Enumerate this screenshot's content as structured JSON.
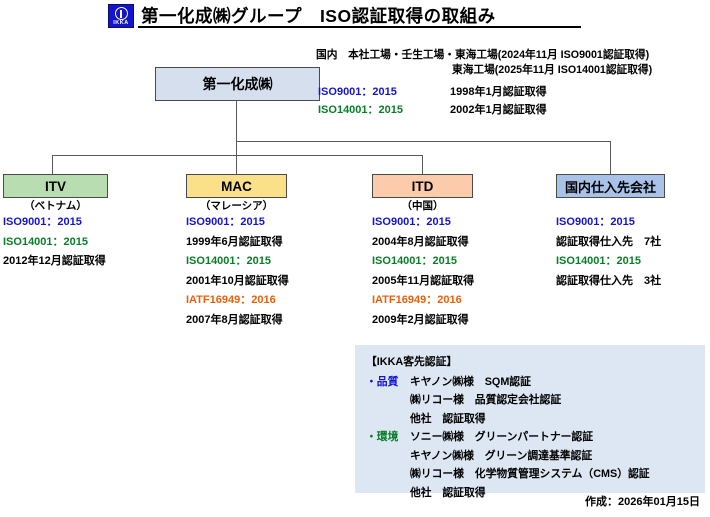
{
  "header": {
    "logo_text": "IKKA",
    "title": "第一化成㈱グループ　ISO認証取得の取組み"
  },
  "headquarters": {
    "box_label": "第一化成㈱",
    "domestic_label": "国内　本社工場・壬生工場・東海工場(2024年11月 ISO9001認証取得)",
    "domestic_label2": "東海工場(2025年11月 ISO14001認証取得)",
    "certifications": [
      {
        "standard": "ISO9001：2015",
        "acquired": "1998年1月認証取得"
      },
      {
        "standard": "ISO14001：2015",
        "acquired": "2002年1月認証取得"
      }
    ]
  },
  "subsidiaries": [
    {
      "name": "ITV",
      "region": "（ベトナム）",
      "lines": [
        {
          "text": "ISO9001：2015",
          "color": "blue"
        },
        {
          "text": "ISO14001：2015",
          "color": "green"
        },
        {
          "text": "2012年12月認証取得",
          "color": "black"
        }
      ]
    },
    {
      "name": "MAC",
      "region": "（マレーシア）",
      "lines": [
        {
          "text": "ISO9001：2015",
          "color": "blue"
        },
        {
          "text": "1999年6月認証取得",
          "color": "black"
        },
        {
          "text": "ISO14001：2015",
          "color": "green"
        },
        {
          "text": "2001年10月認証取得",
          "color": "black"
        },
        {
          "text": "IATF16949：2016",
          "color": "orange"
        },
        {
          "text": "2007年8月認証取得",
          "color": "black"
        }
      ]
    },
    {
      "name": "ITD",
      "region": "（中国）",
      "lines": [
        {
          "text": "ISO9001：2015",
          "color": "blue"
        },
        {
          "text": "2004年8月認証取得",
          "color": "black"
        },
        {
          "text": "ISO14001：2015",
          "color": "green"
        },
        {
          "text": "2005年11月認証取得",
          "color": "black"
        },
        {
          "text": "IATF16949：2016",
          "color": "orange"
        },
        {
          "text": "2009年2月認証取得",
          "color": "black"
        }
      ]
    },
    {
      "name": "国内仕入先会社",
      "region": "",
      "lines": [
        {
          "text": "ISO9001：2015",
          "color": "blue"
        },
        {
          "text": "認証取得仕入先　7社",
          "color": "black"
        },
        {
          "text": "ISO14001：2015",
          "color": "green"
        },
        {
          "text": "認証取得仕入先　3社",
          "color": "black"
        }
      ]
    }
  ],
  "ikka_panel": {
    "heading": "【IKKA客先認証】",
    "groups": [
      {
        "category": "・品質",
        "category_color": "blue",
        "items": [
          "キヤノン㈱様　SQM認証",
          "㈱リコー様　品質認定会社認証",
          "他社　認証取得"
        ]
      },
      {
        "category": "・環境",
        "category_color": "green",
        "items": [
          "ソニー㈱様　グリーンパートナー認証",
          "キヤノン㈱様　グリーン調達基準認証",
          "㈱リコー様　化学物質管理システム（CMS）認証",
          "他社　認証取得"
        ]
      }
    ]
  },
  "footer": {
    "created": "作成：2026年01月15日"
  },
  "colors": {
    "iso9001": "#1414d2",
    "iso14001": "#0a7d28",
    "iatf16949": "#e8600a",
    "box_itv": "#b7ddb0",
    "box_mac": "#fbe08a",
    "box_itd": "#fbcbab",
    "box_domestic": "#a8c2e8",
    "box_hq": "#d6dfee",
    "panel_bg": "#dde7f3"
  }
}
